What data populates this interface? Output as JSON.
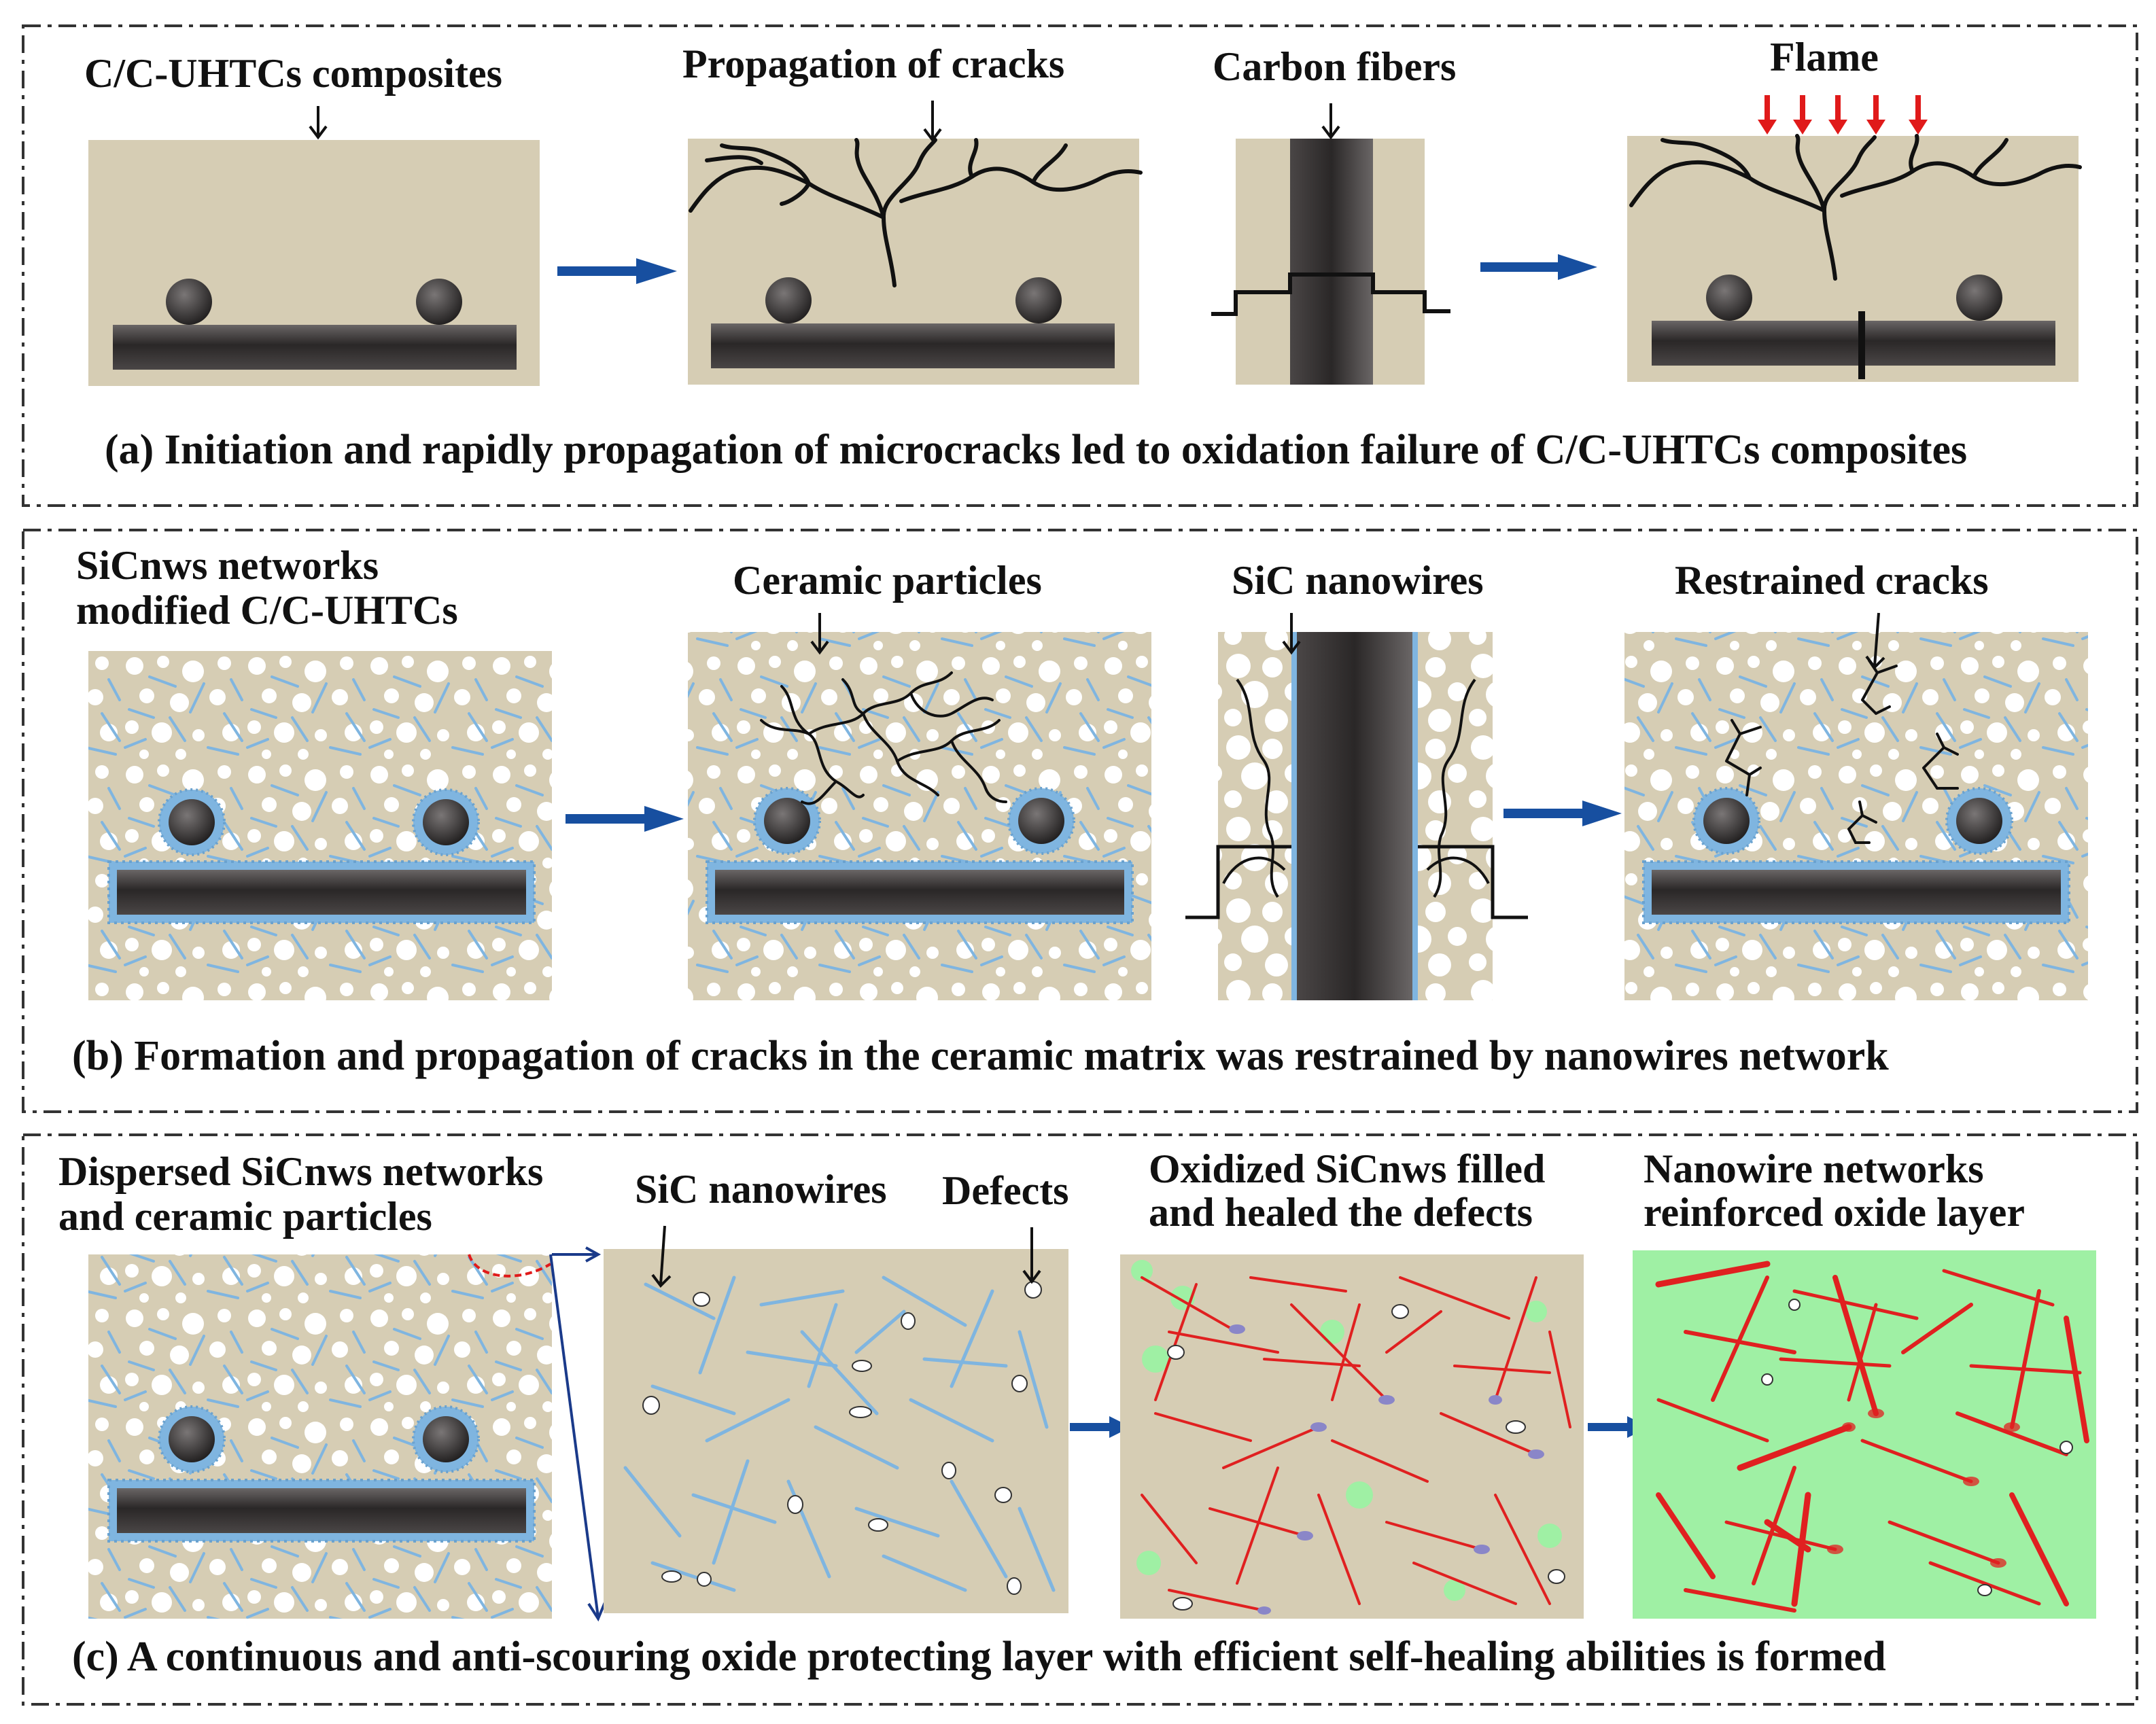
{
  "colors": {
    "matrix": "#d6cdb4",
    "fiber_dark": "#2e2b2b",
    "nanowire": "#7fb5e0",
    "oxidized_wire": "#e02020",
    "oxide_layer": "#9ff0a4",
    "flow_arrow": "#174fa0",
    "flame_arrow": "#e01a1a",
    "particle": "#ffffff"
  },
  "panel_a": {
    "label_composites": "C/C-UHTCs composites",
    "label_cracks": "Propagation of cracks",
    "label_fibers": "Carbon fibers",
    "label_flame": "Flame",
    "caption": "(a) Initiation and rapidly propagation of microcracks led to oxidation failure of C/C-UHTCs composites"
  },
  "panel_b": {
    "label_networks_line1": "SiCnws networks",
    "label_networks_line2": "modified C/C-UHTCs",
    "label_particles": "Ceramic particles",
    "label_nanowires": "SiC nanowires",
    "label_restrained": "Restrained cracks",
    "caption": "(b) Formation and propagation of cracks in the ceramic matrix was restrained by nanowires network"
  },
  "panel_c": {
    "label_dispersed_line1": "Dispersed SiCnws networks",
    "label_dispersed_line2": "and ceramic particles",
    "label_nanowires": "SiC nanowires",
    "label_defects": "Defects",
    "label_oxidized_line1": "Oxidized SiCnws filled",
    "label_oxidized_line2": "and healed the defects",
    "label_reinforced_line1": "Nanowire networks",
    "label_reinforced_line2": "reinforced oxide layer",
    "caption": "(c) A continuous and anti-scouring oxide protecting layer with efficient self-healing abilities is formed"
  }
}
